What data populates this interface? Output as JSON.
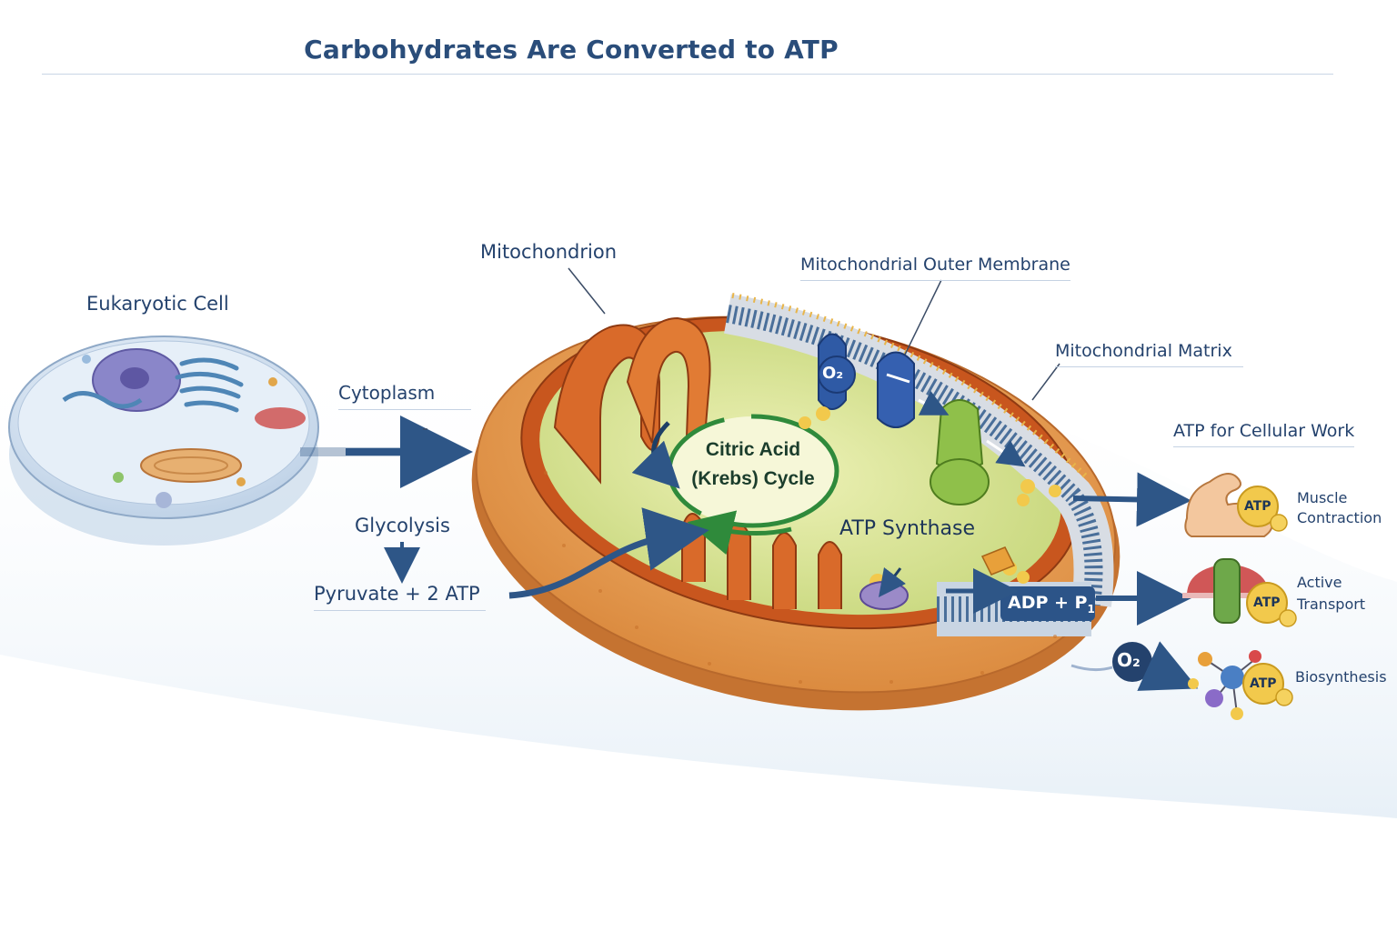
{
  "title": "Carbohydrates Are Converted to ATP",
  "labels": {
    "eukaryotic_cell": "Eukaryotic Cell",
    "cytoplasm": "Cytoplasm",
    "glycolysis": "Glycolysis",
    "pyruvate": "Pyruvate + 2 ATP",
    "mitochondrion": "Mitochondrion",
    "outer_membrane": "Mitochondrial Outer Membrane",
    "matrix": "Mitochondrial Matrix",
    "citric_acid_line1": "Citric Acid",
    "citric_acid_line2": "(Krebs) Cycle",
    "atp_synthase": "ATP Synthase",
    "o2": "O₂",
    "adp": "ADP + P",
    "adp_sub": "1",
    "cellular_work": "ATP for Cellular Work",
    "atp_badge": "ATP"
  },
  "uses": [
    {
      "icon": "muscle-icon",
      "line1": "Muscle",
      "line2": "Contraction"
    },
    {
      "icon": "transport-protein-icon",
      "line1": "Active",
      "line2": "Transport"
    },
    {
      "icon": "molecule-icon",
      "line1": "Biosynthesis",
      "line2": ""
    }
  ],
  "colors": {
    "arrow": "#2e5687",
    "title": "#2a4d7a",
    "membrane_outer": "#e6a054",
    "membrane_inner": "#c8561e",
    "matrix": "#d8e39a",
    "krebs": "#2f8a3b",
    "synthase": "#8fc04a",
    "atp_badge": "#f2c94c"
  }
}
